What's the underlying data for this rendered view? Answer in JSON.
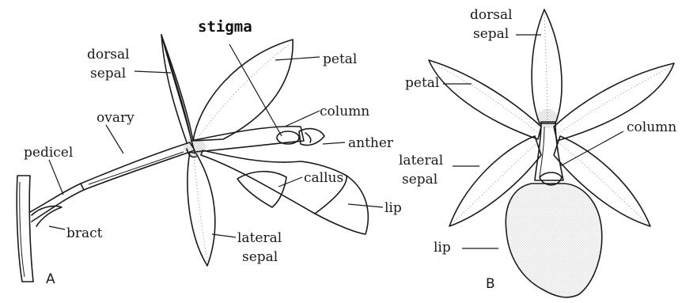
{
  "figure_a": {
    "panel_label": "A",
    "labels": {
      "stigma": "stigma",
      "dorsal_sepal_1": "dorsal",
      "dorsal_sepal_2": "sepal",
      "petal": "petal",
      "column": "column",
      "ovary": "ovary",
      "anther": "anther",
      "pedicel": "pedicel",
      "callus": "callus",
      "lip": "lip",
      "bract": "bract",
      "lateral_sepal_1": "lateral",
      "lateral_sepal_2": "sepal"
    }
  },
  "figure_b": {
    "panel_label": "B",
    "labels": {
      "dorsal_sepal_1": "dorsal",
      "dorsal_sepal_2": "sepal",
      "petal": "petal",
      "column": "column",
      "lateral_sepal_1": "lateral",
      "lateral_sepal_2": "sepal",
      "lip": "lip"
    }
  },
  "colors": {
    "ink": "#1a1a1a",
    "stipple": "#555555",
    "background": "#ffffff"
  }
}
